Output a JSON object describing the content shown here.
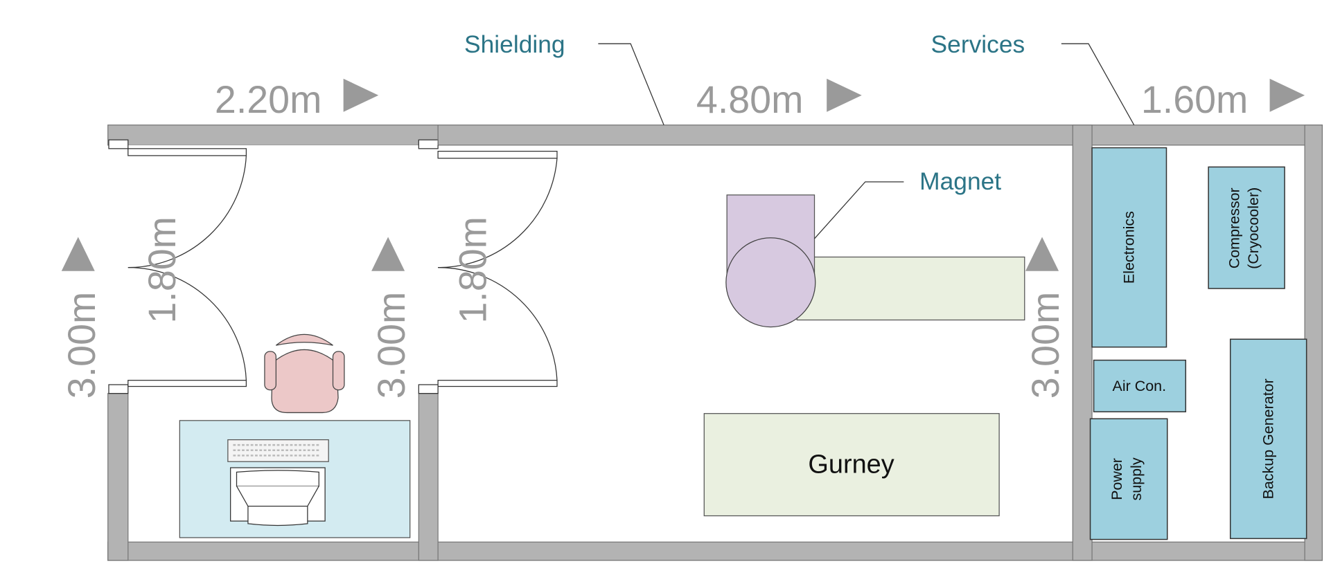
{
  "callouts": {
    "shielding": "Shielding",
    "services": "Services",
    "magnet": "Magnet"
  },
  "dimensions": {
    "control_width": "2.20m",
    "scanner_width": "4.80m",
    "services_width": "1.60m",
    "control_height": "3.00m",
    "control_door": "1.80m",
    "scanner_height_left": "3.00m",
    "scanner_door": "1.80m",
    "scanner_height_right": "3.00m"
  },
  "equipment": {
    "gurney": "Gurney",
    "electronics": "Electronics",
    "compressor_line1": "Compressor",
    "compressor_line2": "(Cryocooler)",
    "air_con": "Air Con.",
    "power_line1": "Power",
    "power_line2": "supply",
    "backup_generator": "Backup Generator"
  },
  "colors": {
    "label": "#2b7486",
    "dimension": "#9a9a9a",
    "wall": "#b3b3b3",
    "equipment": "#9dd0df",
    "magnet": "#d7c9e0",
    "bed": "#eaf0e0",
    "desk": "#d3ebf1",
    "chair": "#ecc8c8"
  }
}
